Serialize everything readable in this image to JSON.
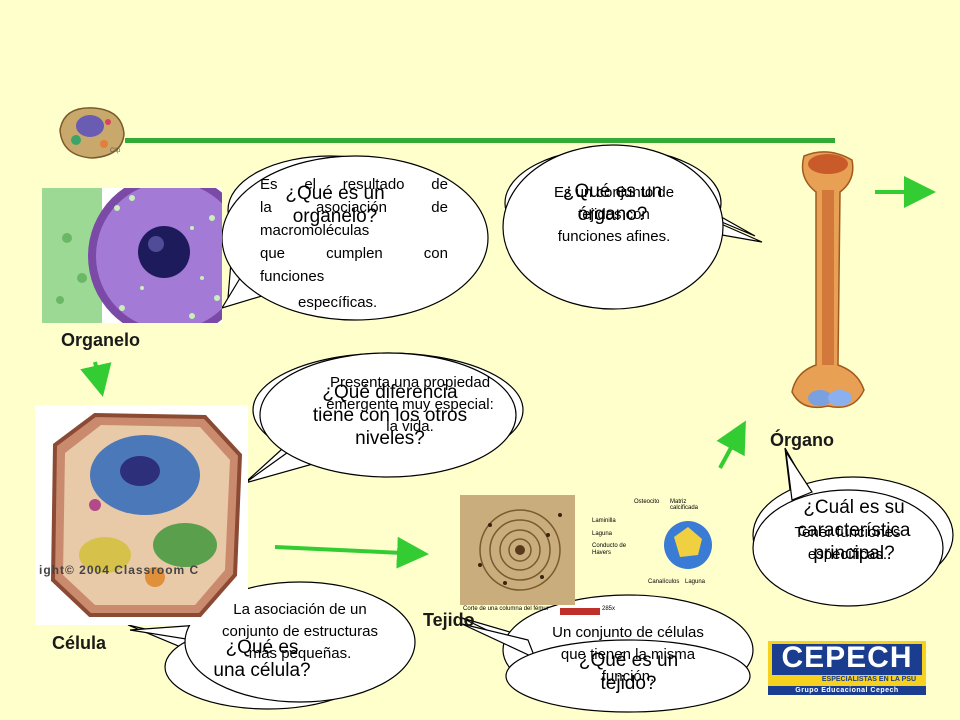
{
  "labels": {
    "organelo": "Organelo",
    "celula": "Célula",
    "tejido": "Tejido",
    "organo": "Órgano"
  },
  "questions": {
    "organelo": "¿Qué es un organelo?",
    "organo": "¿Qué es un órgano?",
    "diferencia": "¿Qué diferencia tiene con los otros niveles?",
    "celula": "¿Qué es una célula?",
    "tejido": "¿Qué es un tejido?",
    "caracteristica": "¿Cuál es su característica principal?"
  },
  "answers": {
    "organelo": [
      "Es el resultado de",
      "la asociación de",
      "macromoléculas",
      "que cumplen con",
      "funciones",
      "específicas."
    ],
    "organo": "Es un conjunto de tejidos con funciones afines.",
    "diferencia": "Presenta una propiedad emergente muy especial: la vida.",
    "celula": "La asociación de un conjunto de estructuras más pequeñas.",
    "tejido": "Un conjunto de células que tienen la misma función.",
    "caracteristica": "Tener funciones específicas."
  },
  "logo": {
    "name": "CEPECH",
    "tagline": "ESPECIALISTAS EN LA PSU",
    "subtitle": "Grupo Educacional Cepech"
  },
  "image_text": {
    "watermark": "ight© 2004 Classroom C",
    "mini_caption": "Clip"
  },
  "tissue_labels": [
    "Osteocito",
    "Matriz calcificada",
    "Laminilla",
    "Laguna",
    "Conducto de Havers",
    "Canalículos",
    "Laguna",
    "Corte de una columna del fémur",
    "285x"
  ],
  "colors": {
    "background": "#ffffcc",
    "arrow": "#33cc33",
    "divider": "#33aa33"
  }
}
